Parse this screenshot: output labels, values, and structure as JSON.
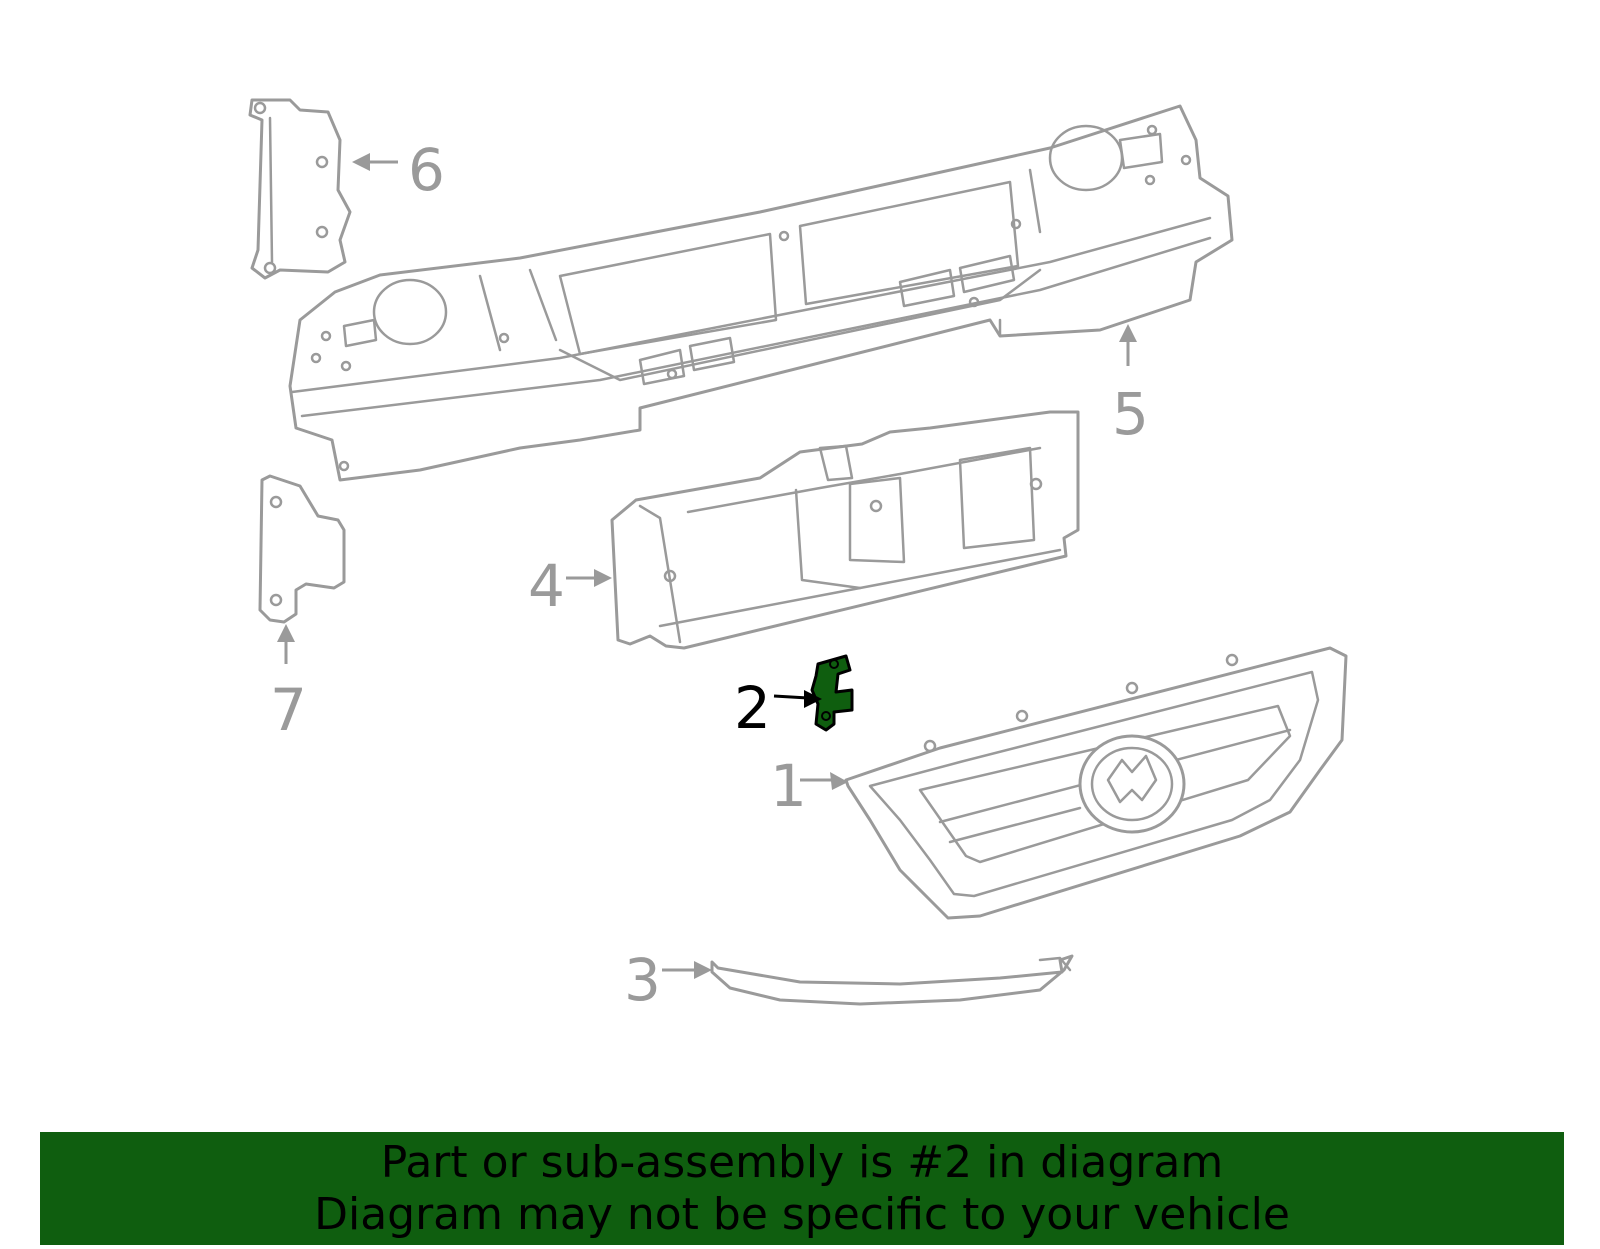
{
  "callouts": [
    {
      "id": "1",
      "highlighted": false
    },
    {
      "id": "2",
      "highlighted": true
    },
    {
      "id": "3",
      "highlighted": false
    },
    {
      "id": "4",
      "highlighted": false
    },
    {
      "id": "5",
      "highlighted": false
    },
    {
      "id": "6",
      "highlighted": false
    },
    {
      "id": "7",
      "highlighted": false
    }
  ],
  "highlight_color": "#0f5e0f",
  "line_color": "#9a9a9a",
  "banner": {
    "line1": "Part or sub-assembly is #2 in diagram",
    "line2": "Diagram may not be specific to your vehicle",
    "background": "#0f5e0f"
  }
}
